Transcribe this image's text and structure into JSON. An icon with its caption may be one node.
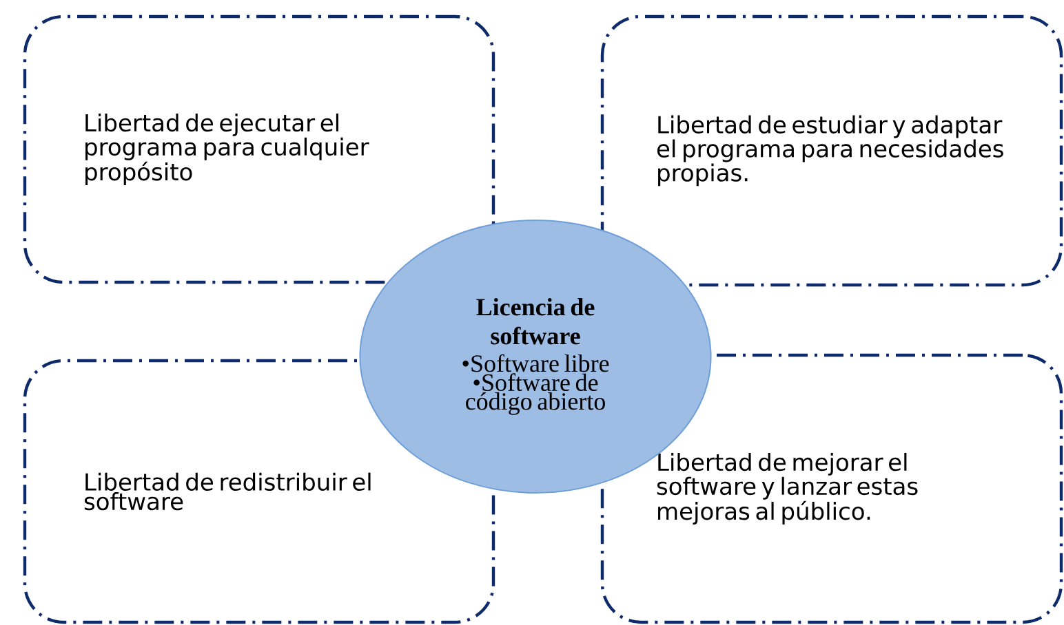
{
  "diagram": {
    "nodes": [
      {
        "text": [
          "Libertad de ejecutar el programa para cualquier propósito"
        ]
      },
      {
        "text": [
          "Libertad de estudiar y adaptar el programa para necesidades propias."
        ]
      },
      {
        "text": [
          "Licencia de software",
          "•Software libre",
          "•Software de código abierto"
        ]
      },
      {
        "text": [
          "Libertad de redistribuir el software"
        ]
      },
      {
        "text": [
          "Libertad de mejorar el software y lanzar estas mejoras al público."
        ]
      }
    ]
  }
}
